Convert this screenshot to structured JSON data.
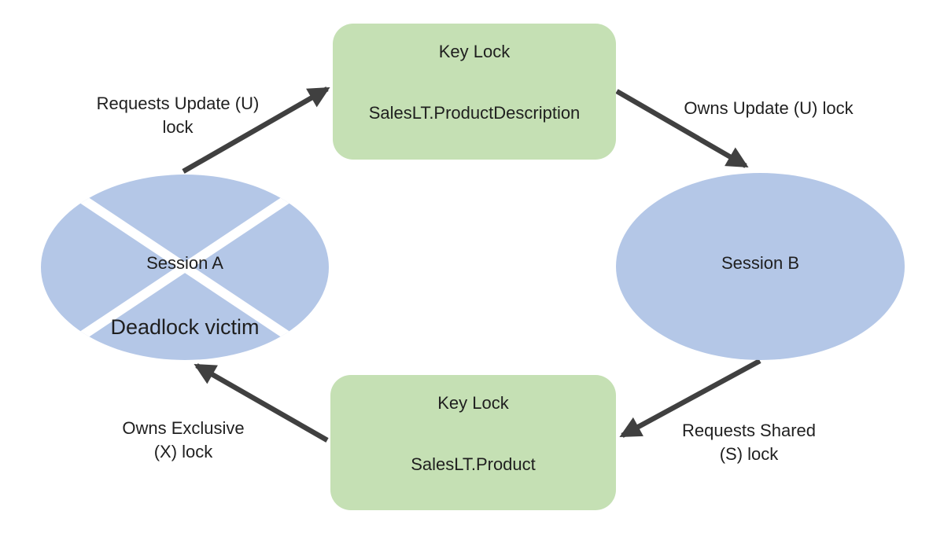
{
  "diagram": {
    "colors": {
      "background": "#ffffff",
      "lock_fill": "#c5e0b4",
      "session_fill": "#b4c7e7",
      "arrow_color": "#404040",
      "text_color": "#1f1f1f",
      "cross_color": "#ffffff"
    },
    "nodes": {
      "lock_top": {
        "type": "Key Lock",
        "resource": "SalesLT.ProductDescription"
      },
      "lock_bottom": {
        "type": "Key Lock",
        "resource": "SalesLT.Product"
      },
      "session_a": {
        "label": "Session A",
        "status": "Deadlock victim"
      },
      "session_b": {
        "label": "Session B"
      }
    },
    "edges": [
      {
        "from": "session_a",
        "to": "lock_top",
        "label": "Requests Update (U)\nlock"
      },
      {
        "from": "lock_top",
        "to": "session_b",
        "label": "Owns Update (U) lock"
      },
      {
        "from": "session_b",
        "to": "lock_bottom",
        "label": "Requests Shared\n(S) lock"
      },
      {
        "from": "lock_bottom",
        "to": "session_a",
        "label": "Owns Exclusive\n(X) lock"
      }
    ]
  }
}
